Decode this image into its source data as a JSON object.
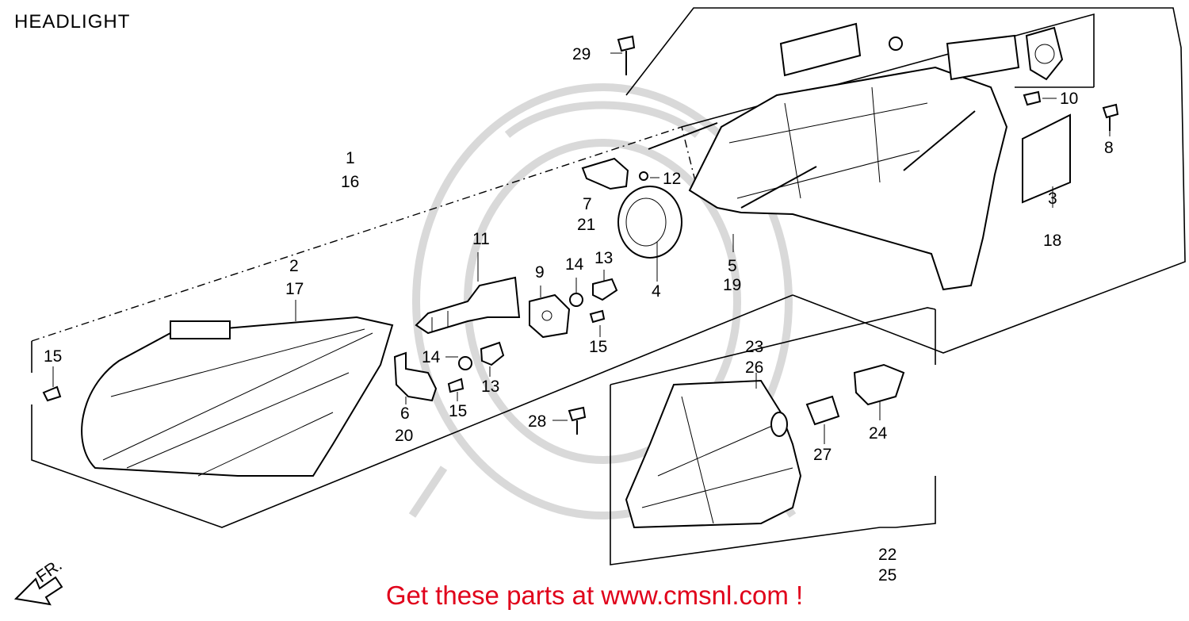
{
  "header": {
    "title": "HEADLIGHT"
  },
  "footer": {
    "link_text": "Get these parts at www.cmsnl.com !"
  },
  "direction_marker": {
    "text": "FR."
  },
  "callouts": {
    "c1": "1",
    "c16": "16",
    "c2": "2",
    "c17": "17",
    "c3": "3",
    "c18": "18",
    "c4": "4",
    "c5": "5",
    "c19": "19",
    "c6": "6",
    "c20": "20",
    "c7": "7",
    "c21": "21",
    "c8": "8",
    "c9": "9",
    "c10": "10",
    "c11": "11",
    "c12": "12",
    "c13a": "13",
    "c13b": "13",
    "c14a": "14",
    "c14b": "14",
    "c15a": "15",
    "c15b": "15",
    "c15c": "15",
    "c22": "22",
    "c25": "25",
    "c23": "23",
    "c26": "26",
    "c24": "24",
    "c27": "27",
    "c28": "28",
    "c29": "29"
  },
  "colors": {
    "footer_text": "#e0001a",
    "watermark": "#d9d9d9",
    "line": "#000000"
  }
}
